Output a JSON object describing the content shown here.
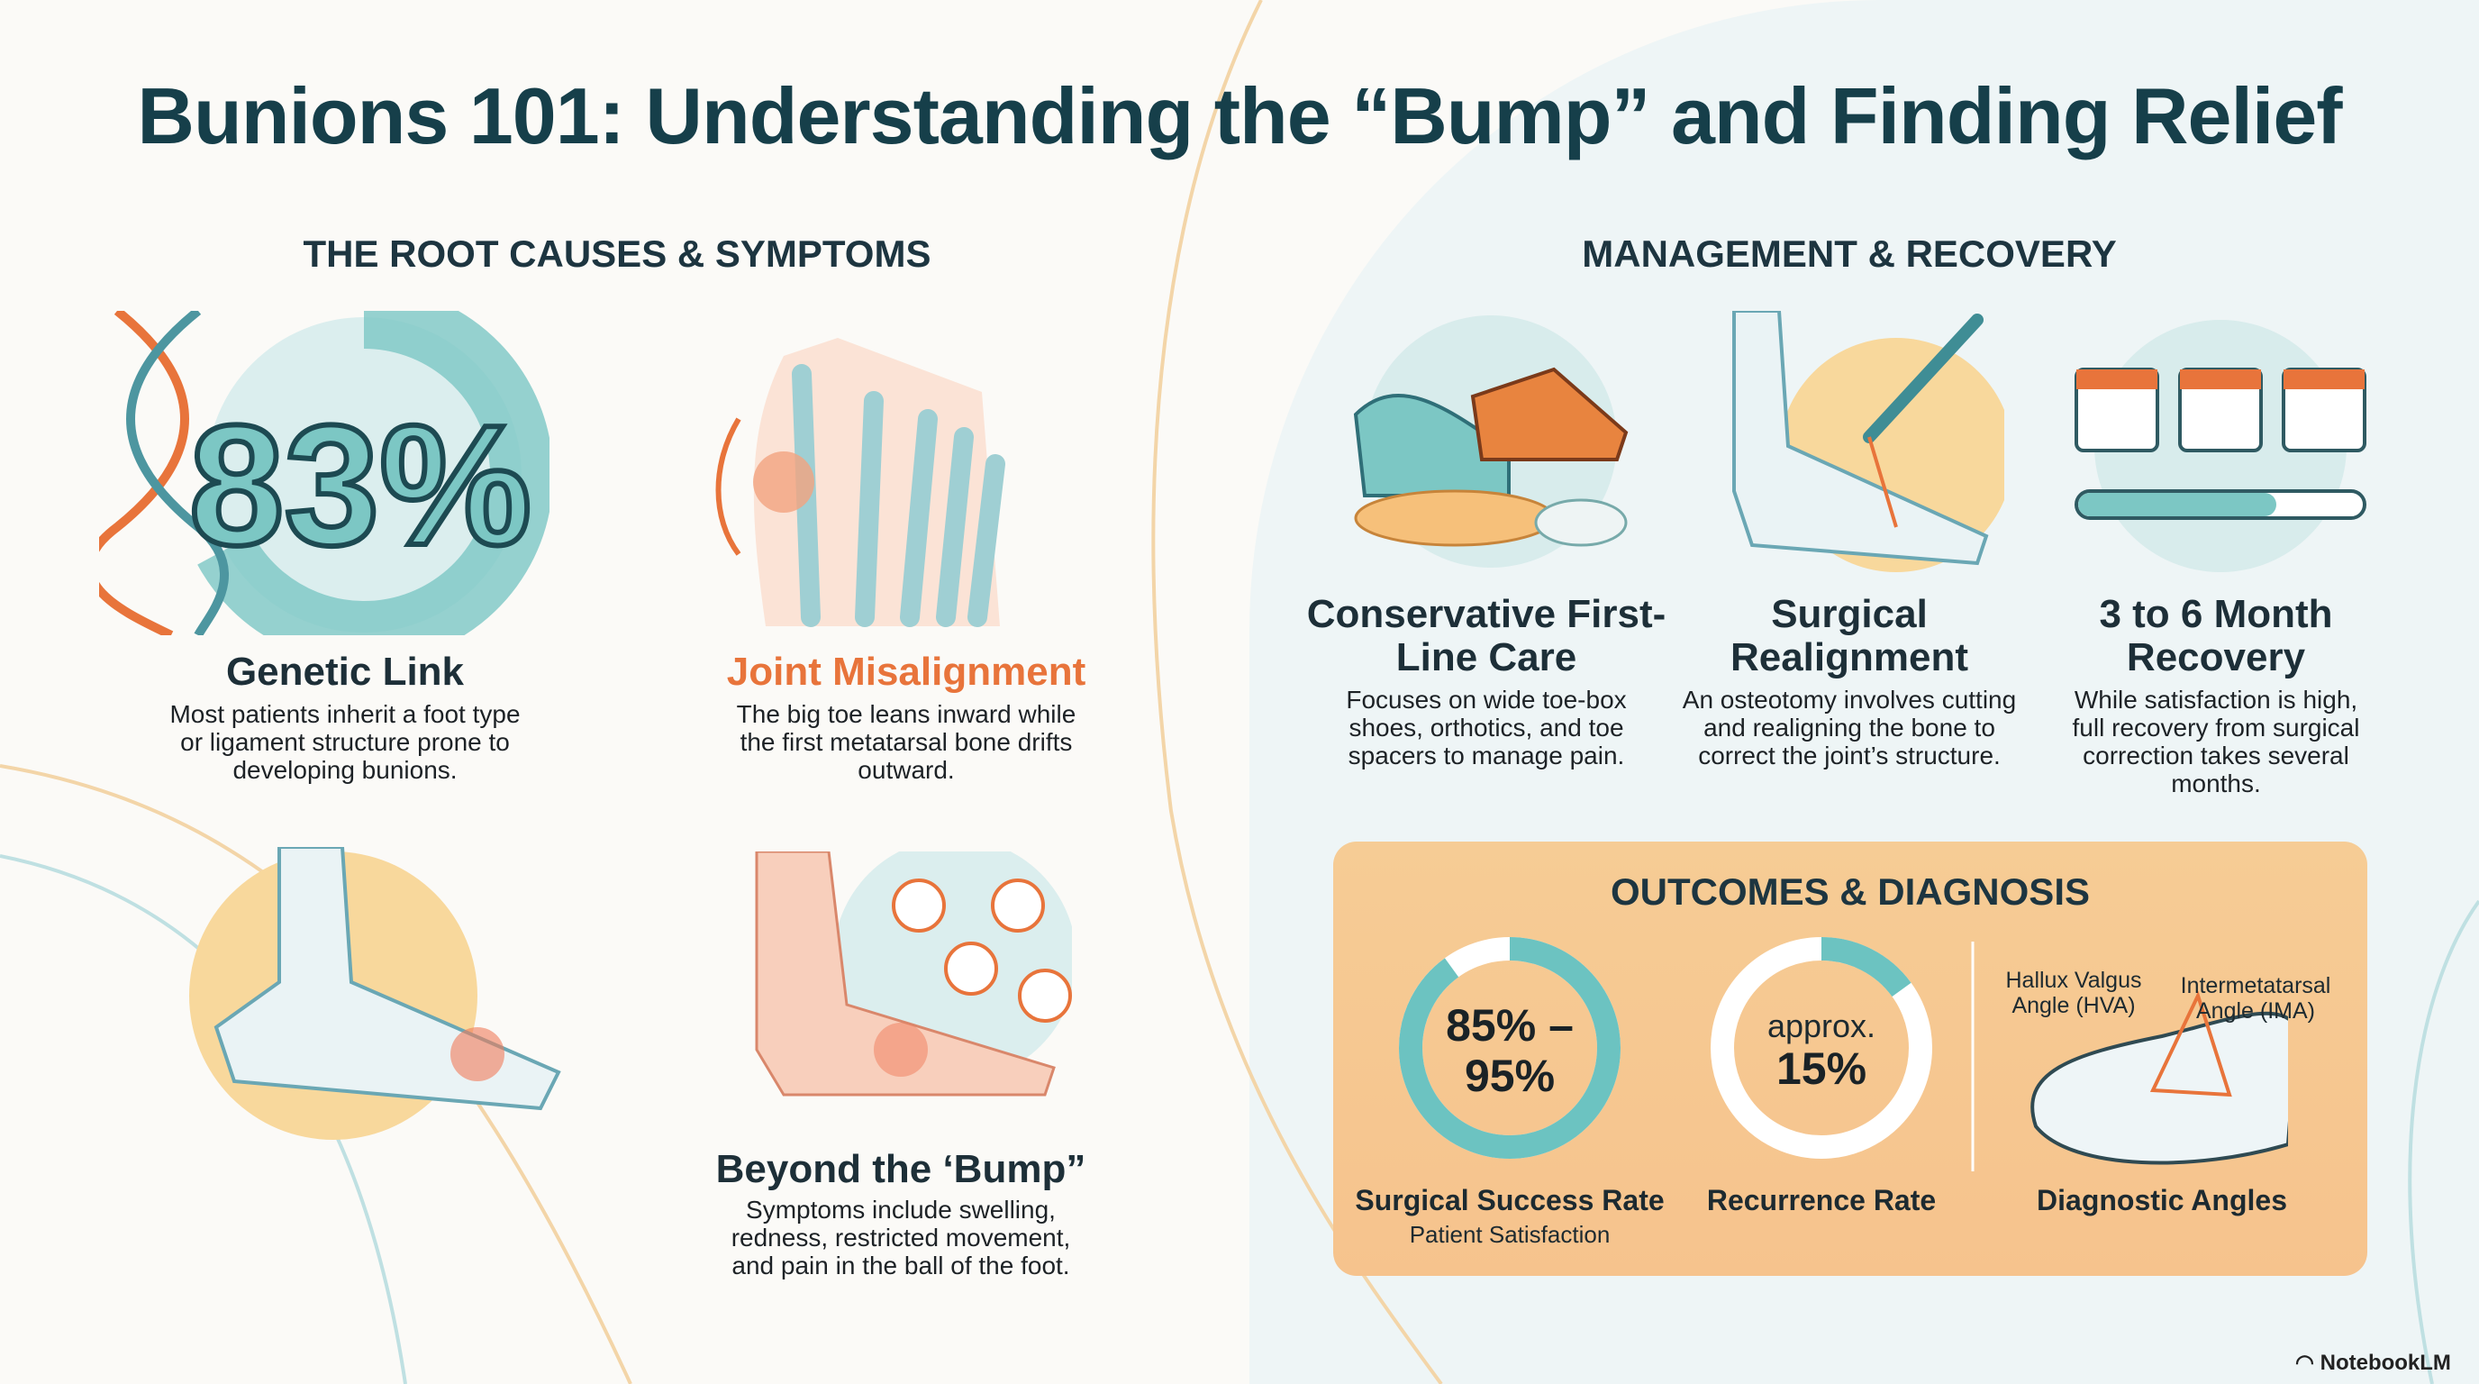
{
  "title": "Bunions 101: Understanding the “Bump” and Finding Relief",
  "left_section": {
    "heading": "THE ROOT CAUSES & SYMPTOMS",
    "genetic": {
      "stat": "83%",
      "title": "Genetic Link",
      "desc": "Most patients inherit a foot type or ligament structure prone to developing bunions."
    },
    "joint": {
      "title": "Joint Misalignment",
      "desc": "The big toe leans inward while the first metatarsal bone drifts outward."
    },
    "bump": {
      "title": "Beyond the ‘Bump”",
      "desc": "Symptoms include swelling, redness, restricted movement, and pain in the ball of the foot."
    }
  },
  "right_section": {
    "heading": "MANAGEMENT & RECOVERY",
    "items": [
      {
        "title": "Conservative First-Line Care",
        "desc": "Focuses on wide toe-box shoes, orthotics, and toe spacers to manage pain."
      },
      {
        "title": "Surgical Realignment",
        "desc": "An osteotomy involves cutting and realigning the bone to correct the joint’s structure."
      },
      {
        "title": "3 to 6 Month Recovery",
        "desc": "While satisfaction is high, full recovery from surgical correction takes several months."
      }
    ]
  },
  "outcomes": {
    "heading": "OUTCOMES & DIAGNOSIS",
    "success": {
      "value_line1": "85% –",
      "value_line2": "95%",
      "label": "Surgical Success Rate",
      "sublabel": "Patient Satisfaction",
      "fill_fraction": 0.9
    },
    "recurrence": {
      "value_line1": "approx.",
      "value_line2": "15%",
      "label": "Recurrence Rate",
      "fill_fraction": 0.15
    },
    "angles": {
      "hva": "Hallux Valgus Angle (HVA)",
      "ima": "Intermetatarsal Angle (IMA)",
      "label": "Diagnostic Angles"
    }
  },
  "colors": {
    "teal": "#6cc3c1",
    "orange": "#e8743b",
    "navy": "#163f4a",
    "panel": "#f6c790"
  },
  "brand": "NotebookLM"
}
